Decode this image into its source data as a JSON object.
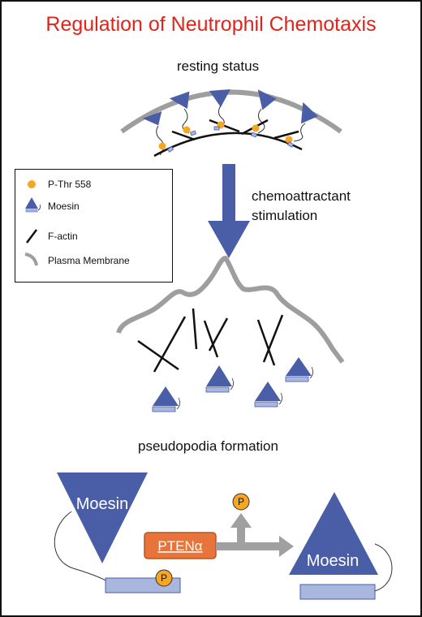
{
  "title": "Regulation of Neutrophil Chemotaxis",
  "labels": {
    "resting": "resting status",
    "stim_line1": "chemoattractant",
    "stim_line2": "stimulation",
    "pseudopodia": "pseudopodia formation"
  },
  "legend": {
    "items": [
      {
        "label": "P-Thr 558",
        "icon": "phospho-dot-icon"
      },
      {
        "label": "Moesin",
        "icon": "moesin-triangle-icon"
      },
      {
        "label": "F-actin",
        "icon": "actin-line-icon"
      },
      {
        "label": "Plasma Membrane",
        "icon": "membrane-arc-icon"
      }
    ]
  },
  "bottom": {
    "moesin_left": "Moesin",
    "moesin_right": "Moesin",
    "pten": "PTENα",
    "phospho": "P"
  },
  "colors": {
    "title": "#e2231a",
    "moesin": "#4a5ea8",
    "moesin_bar": "#a9b6dd",
    "phospho": "#f5a623",
    "membrane": "#9e9e9e",
    "pten": "#e8743b",
    "arrow_blue": "#4a5ea8",
    "arrow_gray": "#a0a0a0"
  }
}
